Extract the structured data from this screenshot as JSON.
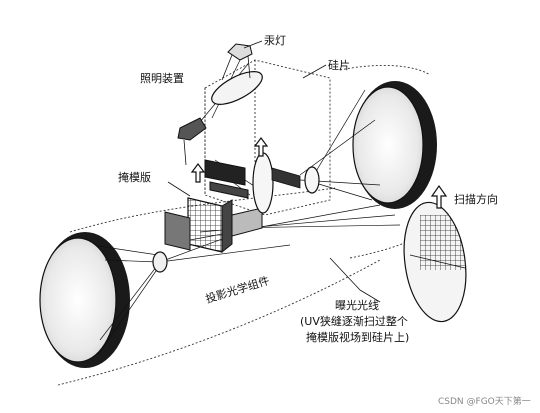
{
  "diagram": {
    "labels": {
      "lamp": "汞灯",
      "illumination": "照明装置",
      "wafer": "硅片",
      "reticle": "掩模版",
      "scan_direction": "扫描方向",
      "projection_optics": "投影光学组件",
      "exposure_line1": "曝光光线",
      "exposure_line2": "(UV狭缝逐渐扫过整个",
      "exposure_line3": "掩模版视场到硅片上)"
    },
    "watermark": "CSDN @FGO天下第一"
  }
}
